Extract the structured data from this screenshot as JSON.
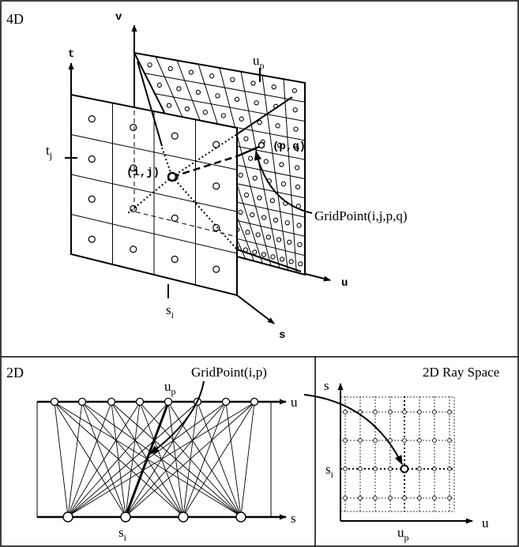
{
  "panels": {
    "top": {
      "tag": "4D",
      "axes": {
        "v": "v",
        "t": "t",
        "u": "u",
        "s": "s"
      },
      "labels": {
        "u_base": "u",
        "u_sub": "p",
        "t_base": "t",
        "t_sub": "j",
        "s_base": "s",
        "s_sub": "i",
        "ij": "(i,j)",
        "pq": "(p,q)",
        "gridpoint": "GridPoint(i,j,p,q)"
      }
    },
    "bottom_left": {
      "tag": "2D",
      "gridpoint": "GridPoint(i,p)",
      "u_axis": "u",
      "s_axis": "s",
      "u_base": "u",
      "u_sub": "p",
      "s_base": "s",
      "s_sub": "i"
    },
    "bottom_right": {
      "tag": "2D Ray Space",
      "s_axis": "s",
      "u_axis": "u",
      "s_base": "s",
      "s_sub": "i",
      "u_base": "u",
      "u_sub": "p"
    }
  },
  "colors": {
    "ink": "#000000",
    "paper": "#ffffff"
  }
}
